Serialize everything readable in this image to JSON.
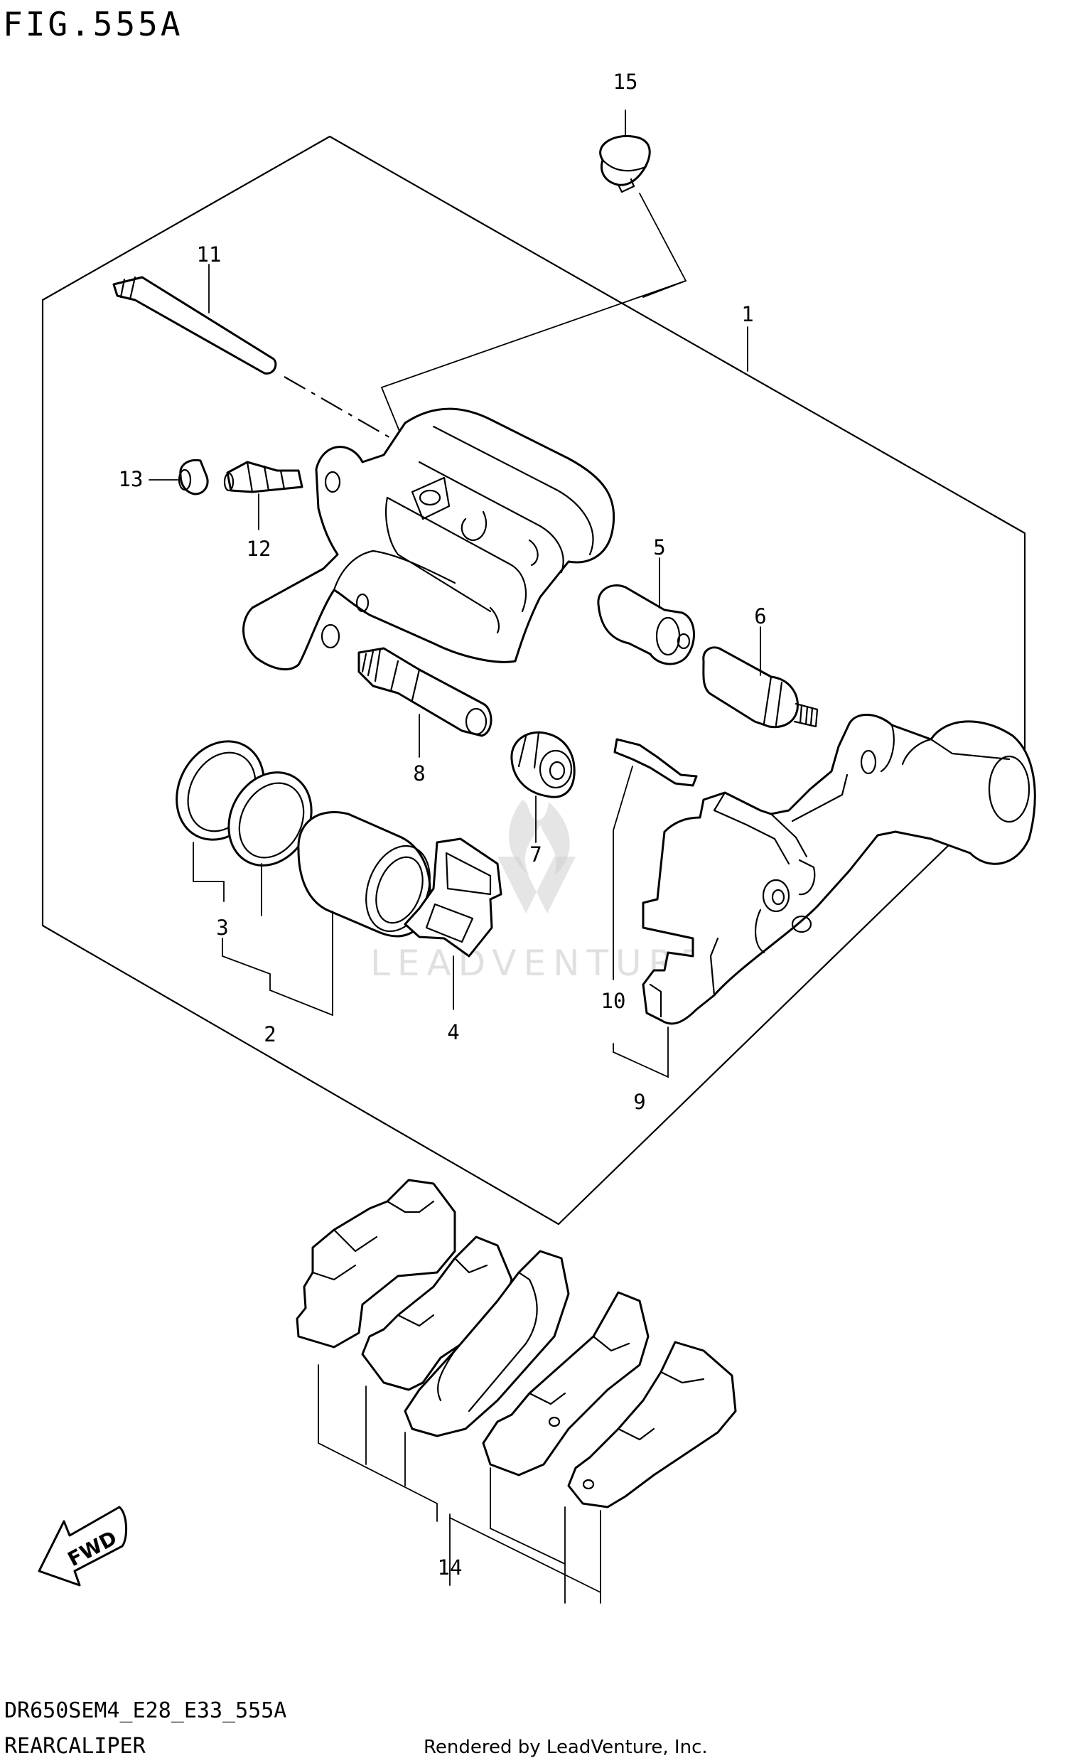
{
  "figure": {
    "title": "FIG.555A",
    "model_code": "DR650SEM4_E28_E33_555A",
    "section_name": "REARCALIPER",
    "credit": "Rendered by LeadVenture, Inc.",
    "watermark": "LEADVENTURE"
  },
  "direction_arrow": {
    "label": "FWD",
    "icon": "fwd-arrow-icon"
  },
  "callouts": [
    "1",
    "2",
    "3",
    "4",
    "5",
    "6",
    "7",
    "8",
    "9",
    "10",
    "11",
    "12",
    "13",
    "14",
    "15"
  ],
  "colors": {
    "ink": "#000000",
    "background": "#ffffff",
    "watermark": "#cfcfcf"
  }
}
